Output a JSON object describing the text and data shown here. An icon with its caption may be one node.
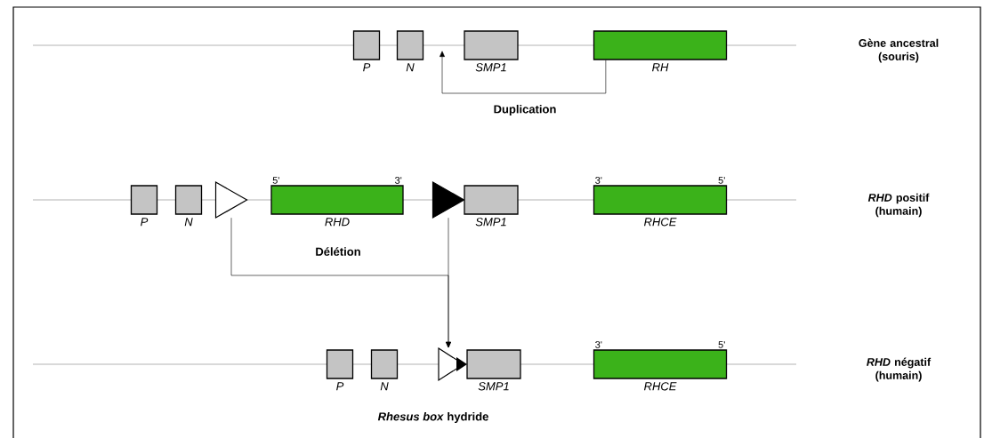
{
  "diagram": {
    "nodes": [
      {
        "text": [
          "P"
        ]
      },
      {
        "text": [
          "N"
        ]
      },
      {
        "text": [
          "SMP1"
        ]
      },
      {
        "text": [
          "RH"
        ]
      },
      {
        "text": [
          "P"
        ]
      },
      {
        "text": [
          "N"
        ]
      },
      {
        "text": [],
        "shape": "triangle"
      },
      {
        "text": [
          "RHD"
        ],
        "beside": [
          "5'",
          "3'"
        ]
      },
      {
        "text": [],
        "shape": "triangle"
      },
      {
        "text": [
          "SMP1"
        ]
      },
      {
        "text": [
          "RHCE"
        ],
        "beside": [
          "3'",
          "5'"
        ]
      },
      {
        "text": [
          "P"
        ]
      },
      {
        "text": [
          "N"
        ]
      },
      {
        "text": [],
        "shape": "triangle",
        "beside": [
          "*Rhesus box* hydride"
        ]
      },
      {
        "text": [
          "SMP1"
        ]
      },
      {
        "text": [
          "RHCE"
        ],
        "beside": [
          "3'",
          "5'"
        ]
      }
    ],
    "edges": [
      {
        "from": 3,
        "to": null,
        "arrow": "to",
        "label": "Duplication"
      },
      {
        "from": 6,
        "to": 13,
        "arrow": "to",
        "label": "Délétion"
      },
      {
        "from": 8,
        "to": 13,
        "arrow": "to"
      }
    ],
    "labels": [
      "Gène ancestral (souris)",
      "*RHD* positif (humain)",
      "*RHD* négatif (humain)"
    ]
  }
}
